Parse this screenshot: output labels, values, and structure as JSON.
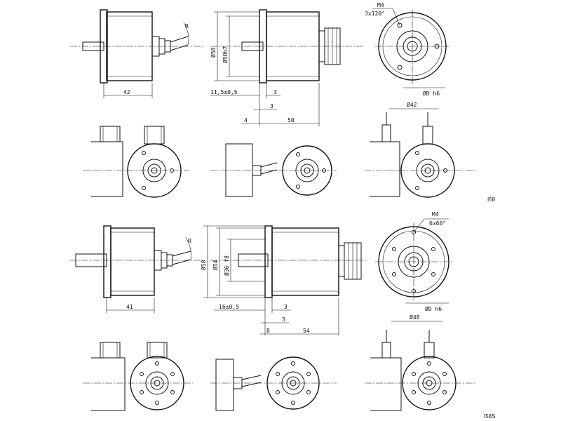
{
  "labels": {
    "top_model": "I58",
    "bottom_model": "I58S"
  },
  "top_dims": {
    "length_body": "42",
    "dia_outer": "Ø58",
    "dia_pilot": "Ø50h7",
    "flange_offset": "11,5±0,5",
    "d3a": "3",
    "d3b": "3",
    "d4": "4",
    "len50": "50",
    "thread": "M4",
    "thread_pattern": "3x120°",
    "dia_shaft": "ØD h6",
    "dia_bolt": "Ø42",
    "radius": "R"
  },
  "bottom_dims": {
    "length_body": "41",
    "dia_outer": "Ø58",
    "dia_mid": "Ø54",
    "dia_pilot": "Ø36 f8",
    "flange_offset": "16±0,5",
    "d3a": "3",
    "d3b": "3",
    "d8": "8",
    "len54": "54",
    "thread": "M4",
    "thread_pattern": "6x60°",
    "dia_shaft": "ØD h6",
    "dia_bolt": "Ø48",
    "radius": "R"
  }
}
